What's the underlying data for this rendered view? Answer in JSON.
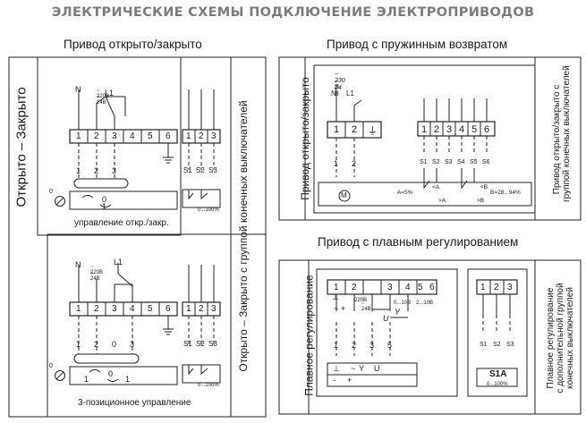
{
  "header": {
    "title": "ЭЛЕКТРИЧЕСКИЕ СХЕМЫ ПОДКЛЮЧЕНИЕ ЭЛЕКТРОПРИВОДОВ"
  },
  "sections": {
    "open_close": {
      "title": "Привод открыто/закрыто",
      "side_label": "Открыто – Закрыто",
      "right_label": "Открыто – Закрыто с группой конечных выключателей",
      "caption_top": "управление откр./закр.",
      "caption_bottom": "3-позиционное управление",
      "terminals": [
        "1",
        "2",
        "3",
        "4",
        "5",
        "6"
      ],
      "switch_terminals": [
        "1",
        "2",
        "3"
      ],
      "switch_labels": [
        "S1",
        "S2",
        "S3"
      ],
      "wire_numbers": [
        "1",
        "2",
        "3"
      ],
      "supply": [
        "~ 220B",
        "~ 24B"
      ],
      "neutral": "N",
      "line": "L1",
      "positions": [
        "0",
        "1"
      ],
      "range": "0...100%"
    },
    "spring_return": {
      "title": "Привод с пружинным возвратом",
      "side_label": "Привод открыто/закрыто",
      "right_label_lines": [
        "Привод открыто/закрыто с",
        "группой конечных выключателей"
      ],
      "supply": [
        "~ 230 В",
        "~ 24 В"
      ],
      "neutral": "N",
      "line": "L1",
      "terminals": [
        "1",
        "2",
        "⏚"
      ],
      "wire_numbers": [
        "1",
        "2"
      ],
      "switch_terminals": [
        "1",
        "2",
        "3",
        "4",
        "5",
        "6"
      ],
      "switch_labels": [
        "S1",
        "S2",
        "S3",
        "S4",
        "S5",
        "S6"
      ],
      "motor": "M",
      "labels_a": [
        "A=5%",
        "<A",
        ">A"
      ],
      "labels_b": [
        "<B",
        ">B",
        "B=28...94%"
      ]
    },
    "modulating": {
      "title": "Привод с плавным регулированием",
      "side_label": "Плавное регулирование",
      "right_label_lines": [
        "Плавное регулирование",
        "с дополнительной группой",
        "конечных выключателей"
      ],
      "terminals": [
        "1",
        "2",
        "3",
        "4",
        "5",
        "6"
      ],
      "supply": [
        "~ 220B",
        "~ 24B"
      ],
      "signals": [
        "0...10B",
        "2...10B"
      ],
      "symbols": [
        "⊥",
        "~",
        "+",
        "-",
        "Y",
        "U"
      ],
      "wire_numbers": [
        "1",
        "2",
        "3",
        "5"
      ],
      "switch_terminals": [
        "1",
        "2",
        "3"
      ],
      "switch_labels": [
        "S1",
        "S2",
        "S3"
      ],
      "switch_name": "S1A",
      "range": "0...100%"
    }
  }
}
